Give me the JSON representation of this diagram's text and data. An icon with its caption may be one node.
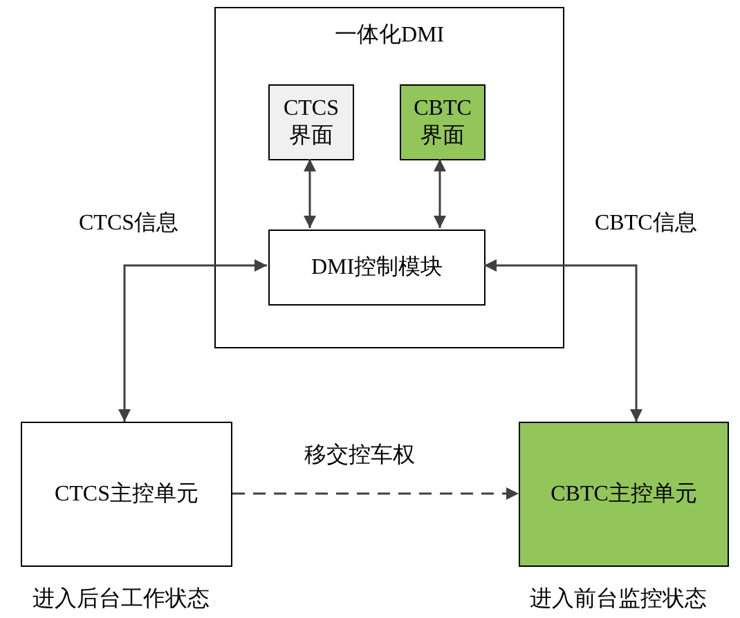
{
  "diagram": {
    "nodes": [
      {
        "text": [
          "一体化DMI"
        ]
      },
      {
        "text": [
          "CTCS界面"
        ],
        "in": 0
      },
      {
        "text": [
          "CBTC界面"
        ],
        "in": 0
      },
      {
        "text": [
          "DMI控制模块"
        ],
        "in": 0
      },
      {
        "text": [
          "CTCS主控单元"
        ],
        "beside": [
          "进入后台工作状态"
        ]
      },
      {
        "text": [
          "CBTC主控单元"
        ],
        "beside": [
          "进入前台监控状态"
        ]
      }
    ],
    "edges": [
      {
        "from": 1,
        "to": 3,
        "arrow": "both"
      },
      {
        "from": 2,
        "to": 3,
        "arrow": "both"
      },
      {
        "from": 3,
        "to": 4,
        "arrow": "both",
        "label": "CTCS信息"
      },
      {
        "from": 3,
        "to": 5,
        "arrow": "both",
        "label": "CBTC信息"
      },
      {
        "from": 4,
        "to": 5,
        "arrow": "to",
        "style": "dashed",
        "label": "移交控车权"
      }
    ]
  }
}
